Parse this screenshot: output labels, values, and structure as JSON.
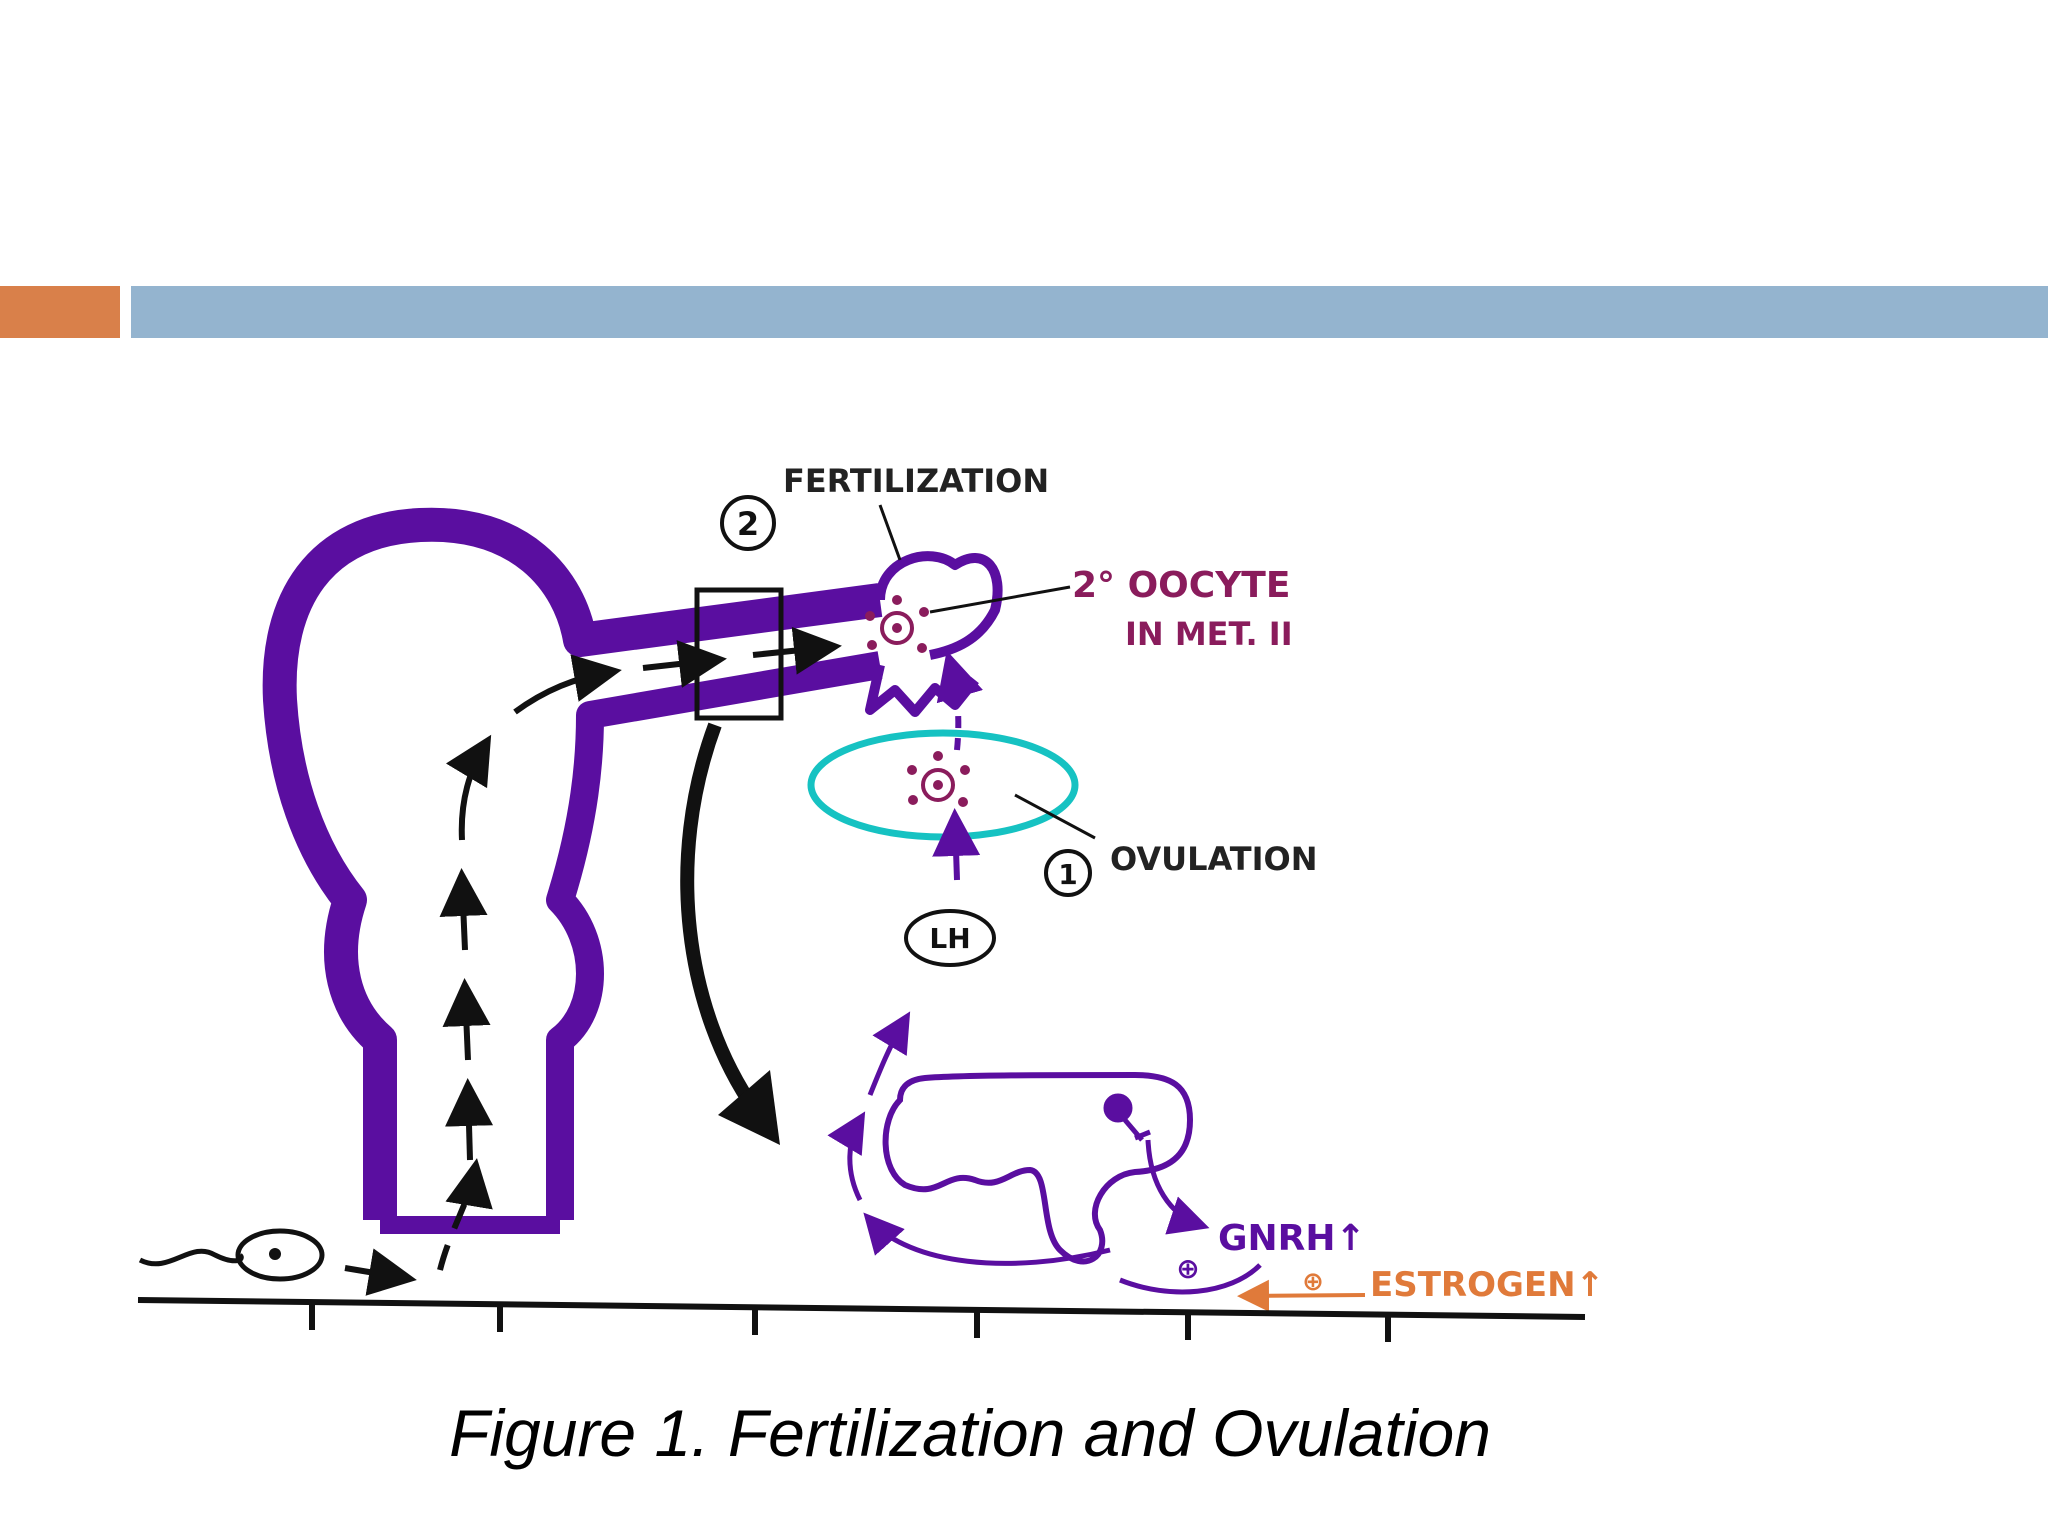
{
  "colors": {
    "accent": "#d9804a",
    "title_bar": "#94b4cf",
    "tube": "#5a0ea0",
    "oocyte": "#8a1c5c",
    "highlight": "#16c2c2",
    "estrogen": "#e07a3a",
    "ink": "#111111"
  },
  "diagram": {
    "labels": {
      "fertilization": "FERTILIZATION",
      "step_two": "2",
      "oocyte_line1": "2° OOCYTE",
      "oocyte_line2": "IN MET. II",
      "ovulation": "OVULATION",
      "step_one": "1",
      "lh": "LH",
      "gnrh": "GNRH↑",
      "estrogen": "ESTROGEN↑",
      "plus_one": "⊕",
      "plus_two": "⊕"
    }
  },
  "caption": "Figure 1. Fertilization and Ovulation"
}
